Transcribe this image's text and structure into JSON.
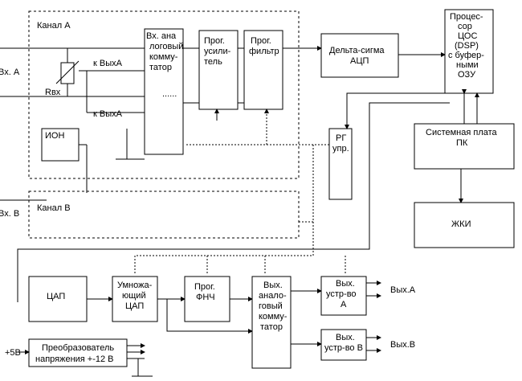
{
  "canal_a": {
    "label": "Канал А"
  },
  "canal_b": {
    "label": "Канал В"
  },
  "inputs": {
    "a": "Вх. А",
    "b": "Вх. В",
    "rin": "Rвх",
    "to_out_a_1": "к ВыхА",
    "to_out_a_2": "к ВыхА"
  },
  "blocks": {
    "ion": "ИОН",
    "in_mux": [
      "Вх. ана",
      "логовый",
      "комму-",
      "татор"
    ],
    "prog_amp": [
      "Прог.",
      "усили-",
      "тель"
    ],
    "prog_filter": [
      "Прог.",
      "фильтр"
    ],
    "delta_sigma": [
      "Дельта-сигма",
      "АЦП"
    ],
    "dsp": [
      "Процес-",
      "сор",
      "ЦОС",
      "(DSP)",
      "с буфер-",
      "ными",
      "ОЗУ"
    ],
    "rg": [
      "РГ",
      "упр."
    ],
    "system_board": [
      "Системная плата",
      "ПК"
    ],
    "lcd": "ЖКИ",
    "dac": "ЦАП",
    "mult_dac": [
      "Умножа-",
      "ющий",
      "ЦАП"
    ],
    "prog_lpf": [
      "Прог.",
      "ФНЧ"
    ],
    "out_mux": [
      "Вых.",
      "анало-",
      "говый",
      "комму-",
      "татор"
    ],
    "out_dev_a": [
      "Вых.",
      "устр-во",
      "А"
    ],
    "out_dev_b": [
      "Вых.",
      "устр-во В"
    ],
    "converter": [
      "Преобразователь",
      "напряжения +-12 В"
    ]
  },
  "outputs": {
    "a": "Вых.А",
    "b": "Вых.В"
  },
  "supply": "+5В"
}
